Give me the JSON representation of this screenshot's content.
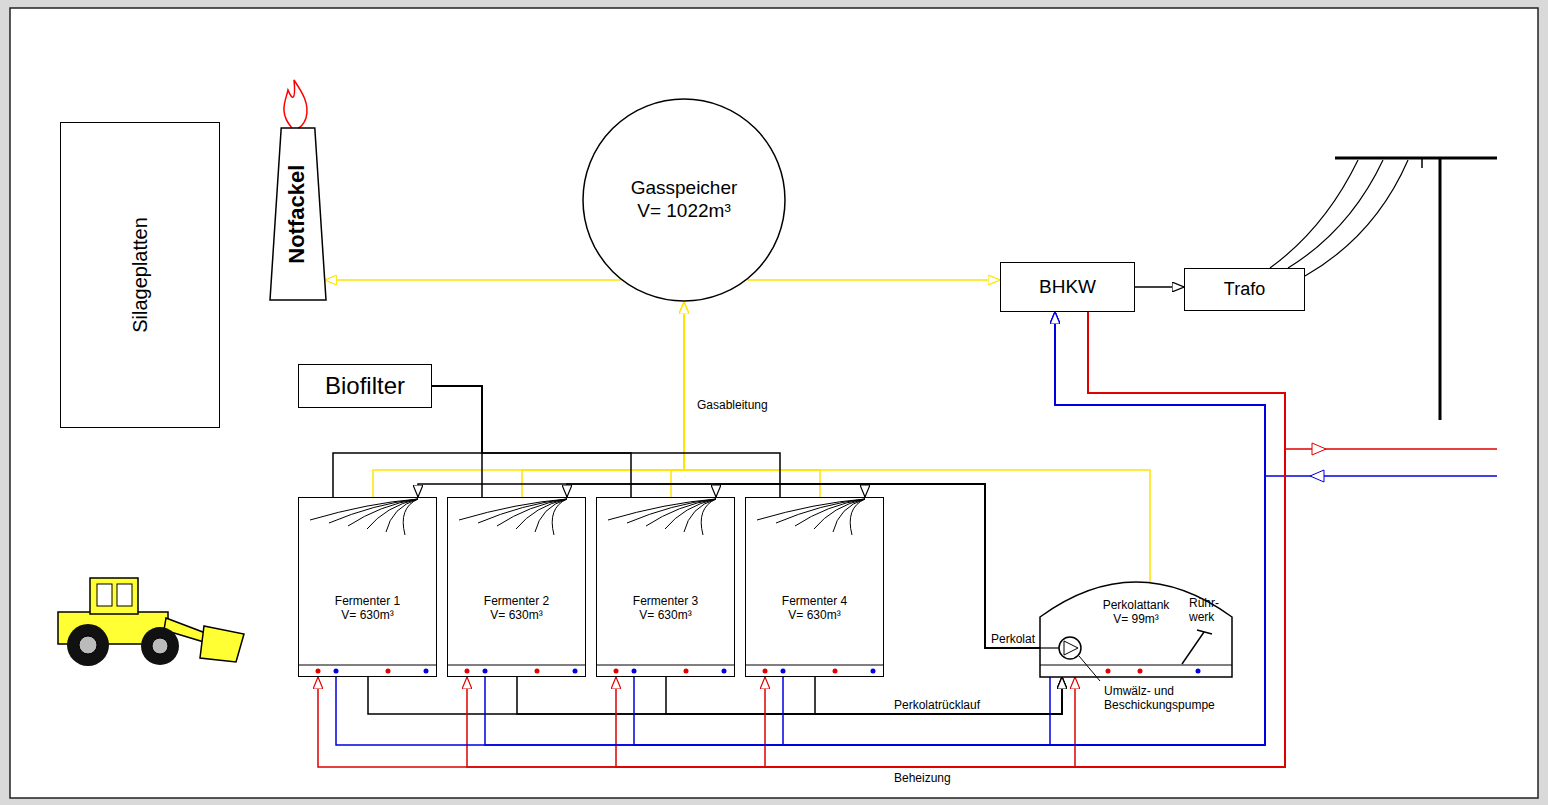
{
  "diagram": {
    "nodes": [
      {
        "text": [
          "Silageplatten"
        ]
      },
      {
        "text": [
          "Notfackel"
        ]
      },
      {
        "text": [
          "Gasspeicher",
          "V= 1022m³"
        ]
      },
      {
        "text": [
          "BHKW"
        ]
      },
      {
        "text": [
          "Trafo"
        ]
      },
      {
        "text": [
          "Biofilter"
        ]
      },
      {
        "text": [
          "Fermenter 1",
          "V= 630m³"
        ]
      },
      {
        "text": [
          "Fermenter 2",
          "V= 630m³"
        ]
      },
      {
        "text": [
          "Fermenter 3",
          "V= 630m³"
        ]
      },
      {
        "text": [
          "Fermenter 4",
          "V= 630m³"
        ]
      },
      {
        "text": [
          "Perkolattank",
          "V= 99m³"
        ]
      }
    ],
    "edges": [
      {
        "from": 6,
        "to": 2,
        "arrow": "to",
        "label": "Gasableitung"
      },
      {
        "from": 7,
        "to": 2,
        "arrow": "to"
      },
      {
        "from": 8,
        "to": 2,
        "arrow": "to"
      },
      {
        "from": 9,
        "to": 2,
        "arrow": "to"
      },
      {
        "from": 10,
        "to": 2,
        "arrow": "to"
      },
      {
        "from": 2,
        "to": 1,
        "arrow": "to"
      },
      {
        "from": 2,
        "to": 3,
        "arrow": "to"
      },
      {
        "from": 3,
        "to": 4,
        "arrow": "to"
      },
      {
        "from": 5,
        "to": 6,
        "arrow": "none"
      },
      {
        "from": 5,
        "to": 7,
        "arrow": "none"
      },
      {
        "from": 5,
        "to": 8,
        "arrow": "none"
      },
      {
        "from": 5,
        "to": 9,
        "arrow": "none"
      },
      {
        "from": 10,
        "to": 6,
        "arrow": "to",
        "label": "Perkolat"
      },
      {
        "from": 10,
        "to": 7,
        "arrow": "to"
      },
      {
        "from": 10,
        "to": 8,
        "arrow": "to"
      },
      {
        "from": 10,
        "to": 9,
        "arrow": "to"
      },
      {
        "from": 6,
        "to": 10,
        "arrow": "to",
        "label": "Perkolatrücklauf"
      },
      {
        "from": 7,
        "to": 10,
        "arrow": "to"
      },
      {
        "from": 8,
        "to": 10,
        "arrow": "to"
      },
      {
        "from": 9,
        "to": 10,
        "arrow": "to"
      },
      {
        "from": 3,
        "to": 6,
        "arrow": "to",
        "label": "Beheizung"
      },
      {
        "from": 3,
        "to": 7,
        "arrow": "to"
      },
      {
        "from": 3,
        "to": 8,
        "arrow": "to"
      },
      {
        "from": 3,
        "to": 9,
        "arrow": "to"
      },
      {
        "from": 3,
        "to": 10,
        "arrow": "to"
      },
      {
        "from": 6,
        "to": 3,
        "arrow": "to"
      },
      {
        "from": 7,
        "to": 3,
        "arrow": "to"
      },
      {
        "from": 8,
        "to": 3,
        "arrow": "to"
      },
      {
        "from": 9,
        "to": 3,
        "arrow": "to"
      },
      {
        "from": 10,
        "to": 3,
        "arrow": "to"
      }
    ],
    "labels": [
      "Rühr- werk",
      "Umwälz- und Beschickungspumpe"
    ]
  }
}
